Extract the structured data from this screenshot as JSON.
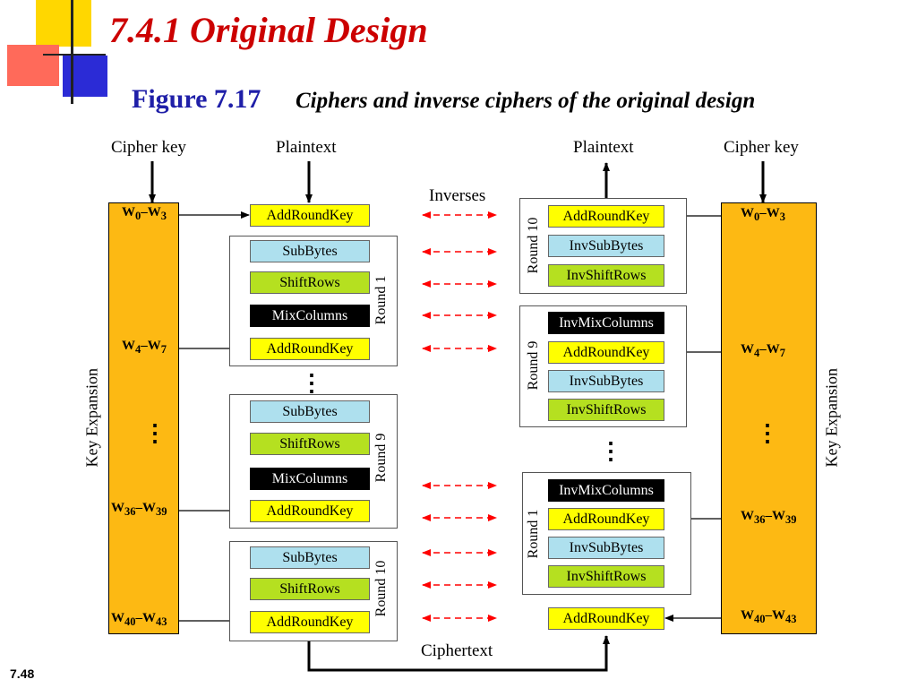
{
  "slide": {
    "title": "7.4.1  Original Design",
    "figure_number": "Figure 7.17",
    "figure_caption": "Ciphers and inverse ciphers of the original design",
    "page_number": "7.48"
  },
  "diagram": {
    "left_top": {
      "cipher_key": "Cipher key",
      "plaintext": "Plaintext"
    },
    "right_top": {
      "plaintext": "Plaintext",
      "cipher_key": "Cipher key"
    },
    "inverses": "Inverses",
    "ciphertext": "Ciphertext",
    "key_expansion": "Key Expansion",
    "ellipsis": "⋮",
    "key_words": {
      "w0": {
        "main": "W",
        "s1": "0",
        "dash": "–",
        "main2": "W",
        "s2": "3"
      },
      "w4": {
        "main": "W",
        "s1": "4",
        "dash": "–",
        "main2": "W",
        "s2": "7"
      },
      "w36": {
        "main": "W",
        "s1": "36",
        "dash": "–",
        "main2": "W",
        "s2": "39"
      },
      "w40": {
        "main": "W",
        "s1": "40",
        "dash": "–",
        "main2": "W",
        "s2": "43"
      }
    },
    "cipher": {
      "initial": "AddRoundKey",
      "round1": {
        "label": "Round 1",
        "ops": [
          "SubBytes",
          "ShiftRows",
          "MixColumns",
          "AddRoundKey"
        ]
      },
      "round9": {
        "label": "Round 9",
        "ops": [
          "SubBytes",
          "ShiftRows",
          "MixColumns",
          "AddRoundKey"
        ]
      },
      "round10": {
        "label": "Round 10",
        "ops": [
          "SubBytes",
          "ShiftRows",
          "AddRoundKey"
        ]
      }
    },
    "inverse_cipher": {
      "round10": {
        "label": "Round 10",
        "ops": [
          "AddRoundKey",
          "InvSubBytes",
          "InvShiftRows"
        ]
      },
      "round9": {
        "label": "Round 9",
        "ops": [
          "InvMixColumns",
          "AddRoundKey",
          "InvSubBytes",
          "InvShiftRows"
        ]
      },
      "round1": {
        "label": "Round 1",
        "ops": [
          "InvMixColumns",
          "AddRoundKey",
          "InvSubBytes",
          "InvShiftRows"
        ]
      },
      "final": "AddRoundKey"
    },
    "colors": {
      "key_expansion": "#fdb913",
      "add_round_key": "#ffff00",
      "sub_bytes": "#aee0ee",
      "shift_rows": "#b5e020",
      "mix_columns": "#000000",
      "inverse_arrow": "#ff0000",
      "title": "#cc0000",
      "figure_number": "#1f1fa8"
    }
  }
}
